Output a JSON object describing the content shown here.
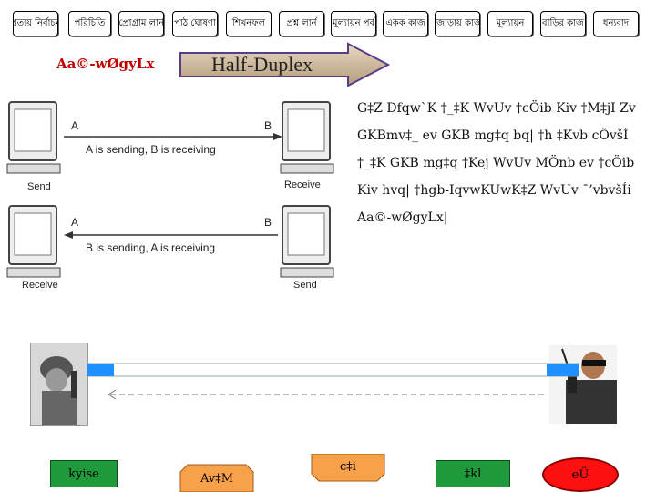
{
  "nav": {
    "items": [
      {
        "label": "প্রত্যয় নিৰ্বাচন"
      },
      {
        "label": "পরিচিতি"
      },
      {
        "label": "প্রোগ্রাম লার্ন"
      },
      {
        "label": "পাঠ ঘোষণা"
      },
      {
        "label": "শিখনফল"
      },
      {
        "label": "প্রশ্ন লার্ন"
      },
      {
        "label": "মূল্যায়ন পর্ব"
      },
      {
        "label": "একক কাজ"
      },
      {
        "label": "জোড়ায় কাজ"
      },
      {
        "label": "মূল্যায়ন"
      },
      {
        "label": "বাড়ির কাজ"
      },
      {
        "label": "ধন্যবাদ"
      }
    ]
  },
  "slide": {
    "title_label": "Aa©-wØgyLx",
    "arrow_label": "Half-Duplex",
    "paragraph": "G‡Z Dfqw`K †_‡K Wv­Uv †cÖib Kiv †M‡jI Zv GKBmv‡_ ev GKB mg‡q bq| †h ‡Kvb cÖvšÍ †_‡K GKB mg‡q †Kej Wv­Uv MÖnb ev †cÖib Kiv hvq| †hgb-IqvwKUwK‡Z Wv­Uv ¯’vbvšÍi Aa©-wØgyLx|"
  },
  "diagram": {
    "label_a": "A",
    "label_b": "B",
    "top_caption": "A is sending, B is receiving",
    "top_left_label": "Send",
    "top_right_label": "Receive",
    "bottom_caption": "B is sending, A is receiving",
    "bottom_left_label": "Receive",
    "bottom_right_label": "Send"
  },
  "bottom_bar": {
    "btn1": "kyise",
    "btn2": "Av‡M",
    "btn3": "c‡i",
    "btn4": "‡kl",
    "btn5": "eÜ"
  },
  "colors": {
    "title_red": "#c00000",
    "green": "#1f9a3a",
    "orange": "#f7a24a",
    "red": "#ff1010",
    "pipe_blue": "#1e90ff"
  }
}
